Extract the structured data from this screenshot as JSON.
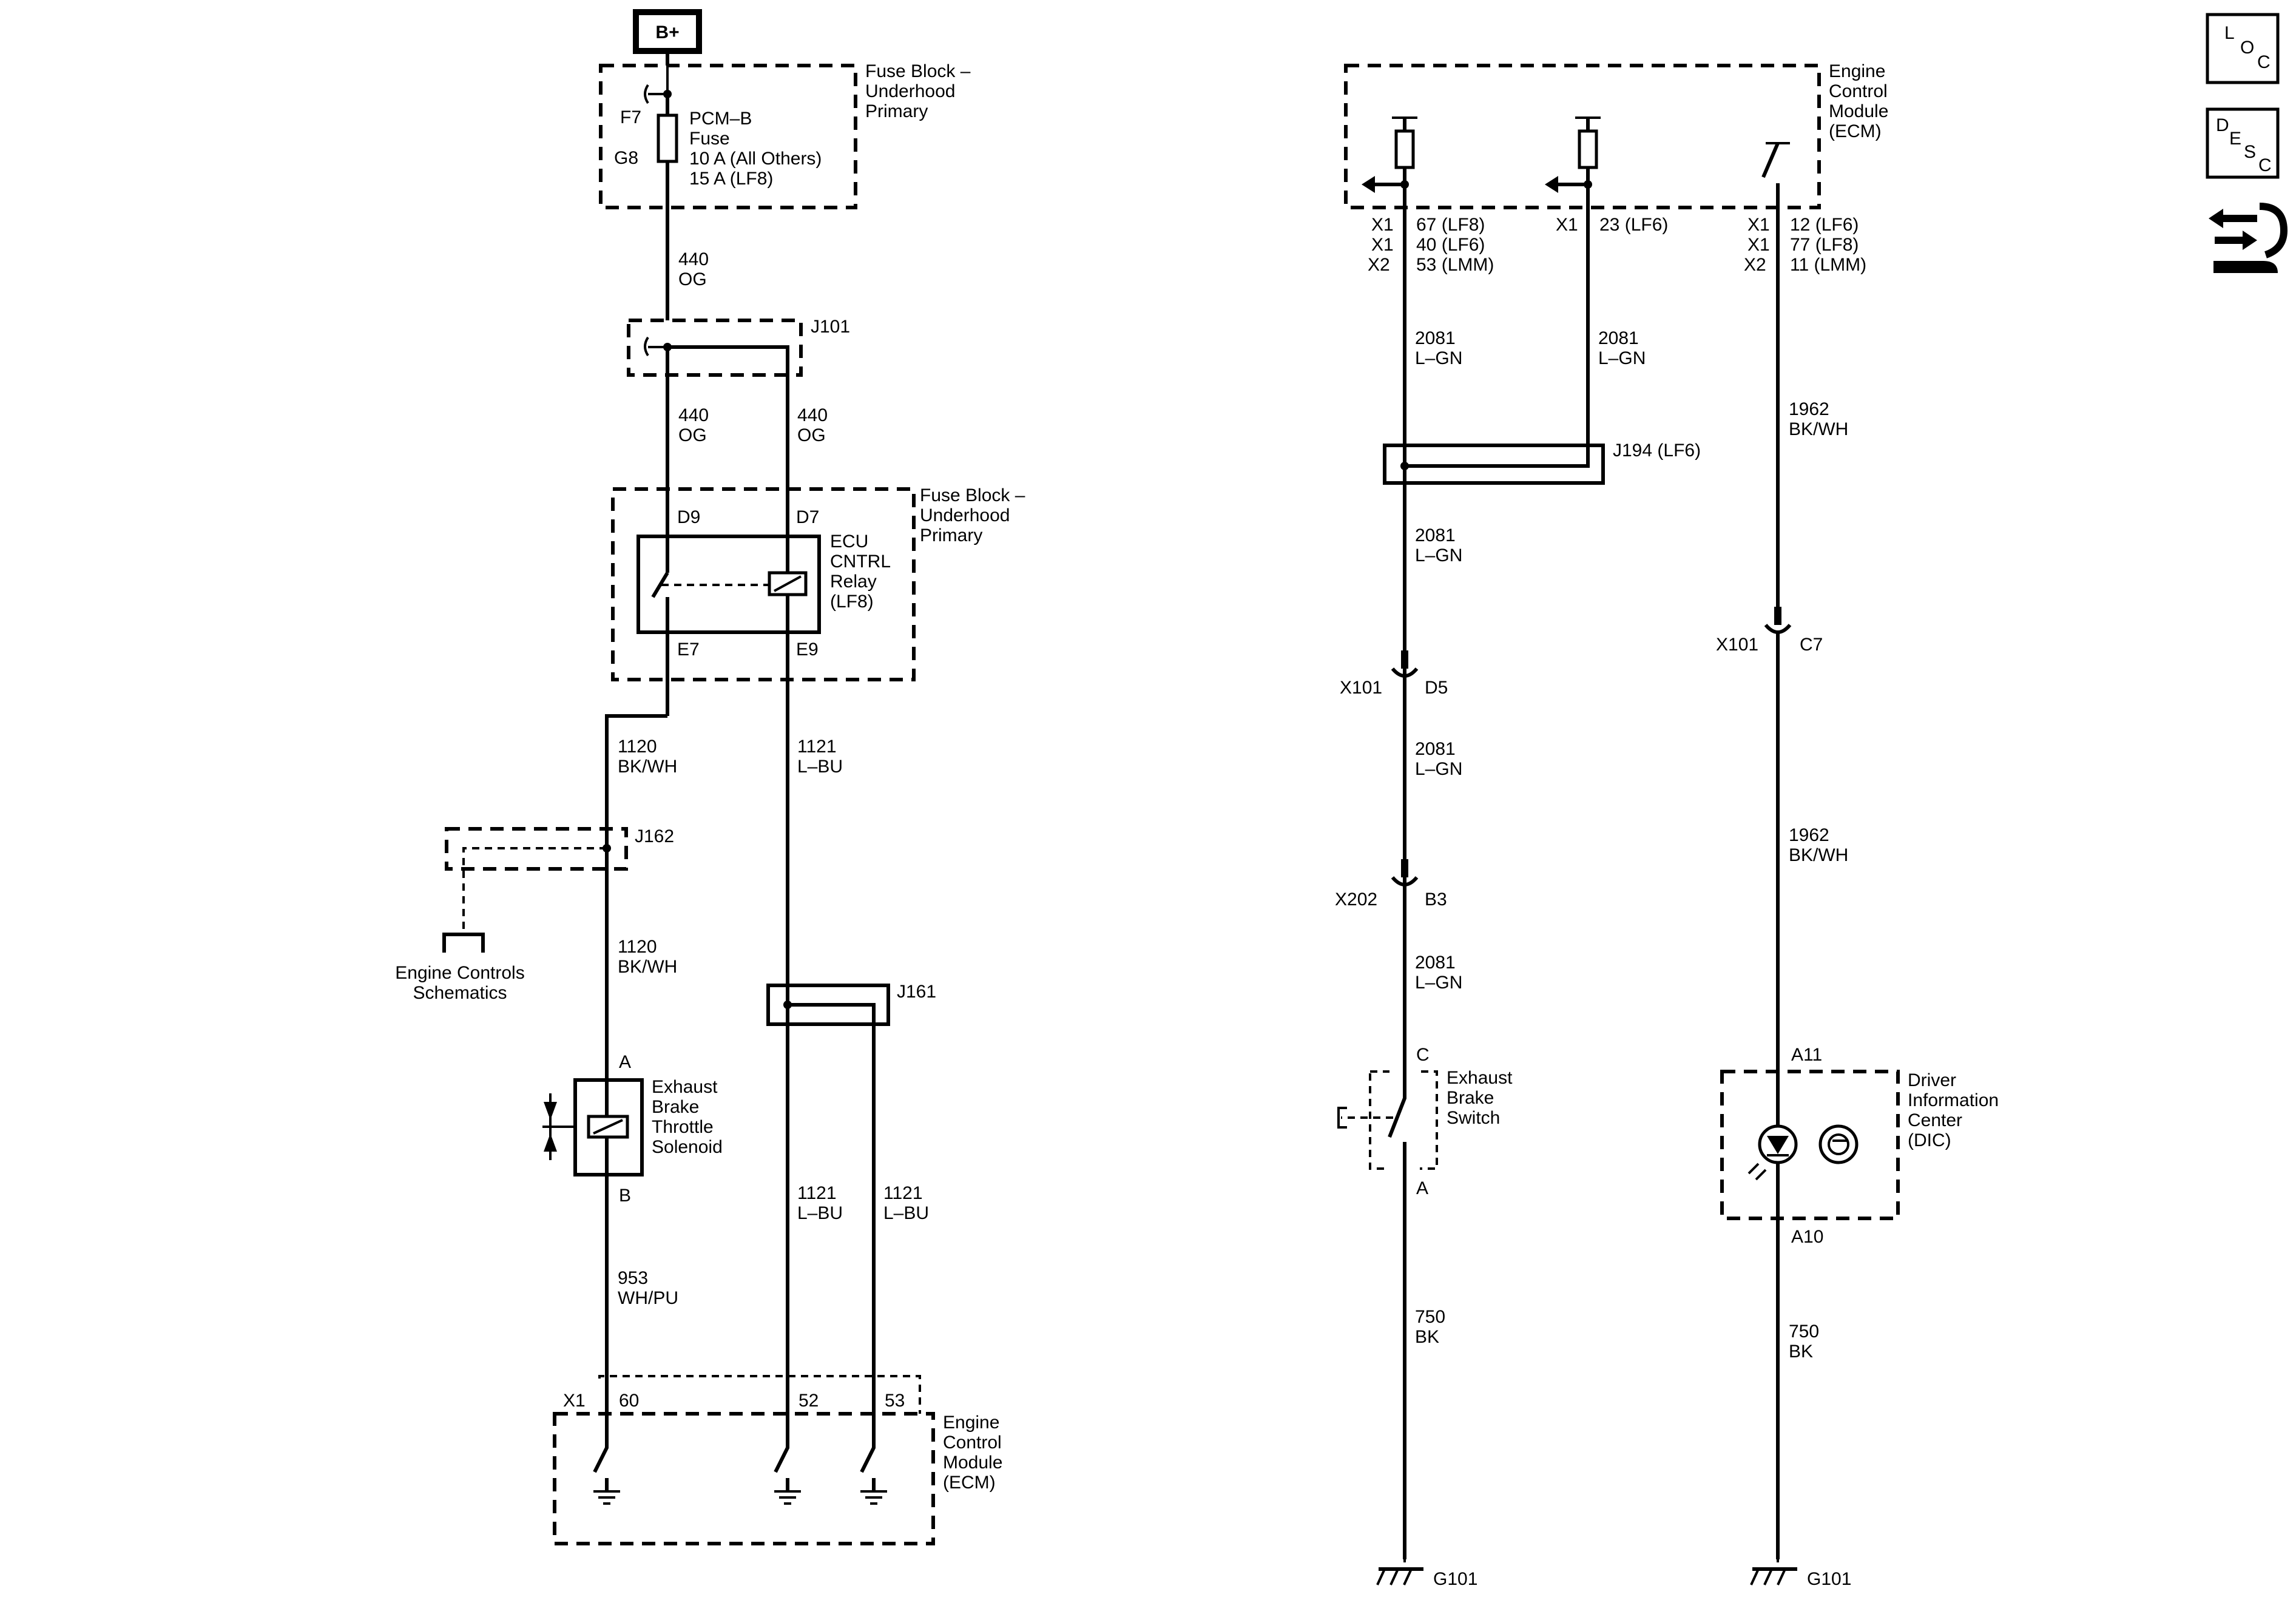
{
  "power": {
    "battery": "B+"
  },
  "left": {
    "fuse_block_top": {
      "name": [
        "Fuse Block –",
        "Underhood",
        "Primary"
      ]
    },
    "fuse": {
      "pin_top": "F7",
      "pin_bottom": "G8",
      "label": [
        "PCM–B",
        "Fuse",
        "10 A (All Others)",
        "15 A (LF8)"
      ]
    },
    "wire_440_a": {
      "circuit": "440",
      "color": "OG"
    },
    "splice_j101": "J101",
    "wire_440_b": {
      "circuit": "440",
      "color": "OG"
    },
    "wire_440_c": {
      "circuit": "440",
      "color": "OG"
    },
    "fuse_block_mid": {
      "name": [
        "Fuse Block –",
        "Underhood",
        "Primary"
      ]
    },
    "relay": {
      "pin_d9": "D9",
      "pin_d7": "D7",
      "pin_e7": "E7",
      "pin_e9": "E9",
      "label": [
        "ECU",
        "CNTRL",
        "Relay",
        "(LF8)"
      ]
    },
    "wire_1120_a": {
      "circuit": "1120",
      "color": "BK/WH"
    },
    "wire_1121_a": {
      "circuit": "1121",
      "color": "L–BU"
    },
    "splice_j162": "J162",
    "engine_controls": [
      "Engine Controls",
      "Schematics"
    ],
    "wire_1120_b": {
      "circuit": "1120",
      "color": "BK/WH"
    },
    "splice_j161": "J161",
    "solenoid": {
      "pin_a": "A",
      "pin_b": "B",
      "label": [
        "Exhaust",
        "Brake",
        "Throttle",
        "Solenoid"
      ]
    },
    "wire_1121_b": {
      "circuit": "1121",
      "color": "L–BU"
    },
    "wire_1121_c": {
      "circuit": "1121",
      "color": "L–BU"
    },
    "wire_953": {
      "circuit": "953",
      "color": "WH/PU"
    },
    "ecm_bottom": {
      "connector": "X1",
      "pins": [
        "60",
        "52",
        "53"
      ],
      "label": [
        "Engine",
        "Control",
        "Module",
        "(ECM)"
      ]
    }
  },
  "right": {
    "ecm_top": {
      "label": [
        "Engine",
        "Control",
        "Module",
        "(ECM)"
      ]
    },
    "pins_col1": [
      [
        "X1",
        "67 (LF8)"
      ],
      [
        "X1",
        "40 (LF6)"
      ],
      [
        "X2",
        "53 (LMM)"
      ]
    ],
    "pins_col2": [
      [
        "X1",
        "23 (LF6)"
      ]
    ],
    "pins_col3": [
      [
        "X1",
        "12 (LF6)"
      ],
      [
        "X1",
        "77 (LF8)"
      ],
      [
        "X2",
        "11 (LMM)"
      ]
    ],
    "wire_2081_a": {
      "circuit": "2081",
      "color": "L–GN"
    },
    "wire_2081_b": {
      "circuit": "2081",
      "color": "L–GN"
    },
    "wire_1962_a": {
      "circuit": "1962",
      "color": "BK/WH"
    },
    "splice_j194": "J194 (LF6)",
    "wire_2081_c": {
      "circuit": "2081",
      "color": "L–GN"
    },
    "conn_x101_c7": {
      "connector": "X101",
      "pin": "C7"
    },
    "conn_x101_d5": {
      "connector": "X101",
      "pin": "D5"
    },
    "wire_2081_d": {
      "circuit": "2081",
      "color": "L–GN"
    },
    "wire_1962_b": {
      "circuit": "1962",
      "color": "BK/WH"
    },
    "conn_x202_b3": {
      "connector": "X202",
      "pin": "B3"
    },
    "wire_2081_e": {
      "circuit": "2081",
      "color": "L–GN"
    },
    "switch": {
      "pin_c": "C",
      "pin_a": "A",
      "label": [
        "Exhaust",
        "Brake",
        "Switch"
      ]
    },
    "dic": {
      "pin_a11": "A11",
      "pin_a10": "A10",
      "label": [
        "Driver",
        "Information",
        "Center",
        "(DIC)"
      ]
    },
    "wire_750_a": {
      "circuit": "750",
      "color": "BK"
    },
    "wire_750_b": {
      "circuit": "750",
      "color": "BK"
    },
    "ground_1": "G101",
    "ground_2": "G101"
  },
  "nav_icons": {
    "loc": [
      "L",
      "O",
      "C"
    ],
    "desc": [
      "D",
      "E",
      "S",
      "C"
    ]
  }
}
